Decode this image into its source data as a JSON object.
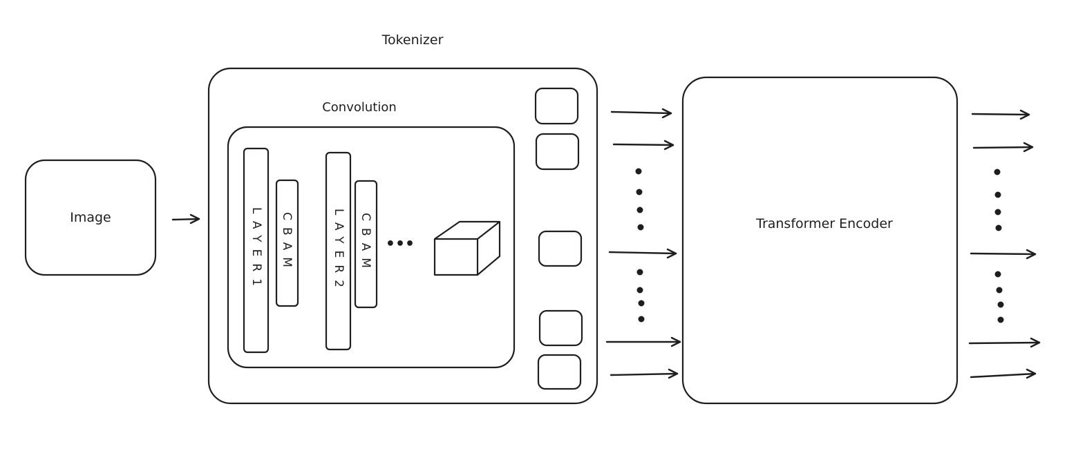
{
  "diagram": {
    "title": "Tokenizer",
    "image_label": "Image",
    "convolution_label": "Convolution",
    "layer1_label": "LAYER1",
    "layer2_label": "LAYER2",
    "cbam1_label": "CBAM",
    "cbam2_label": "CBAM",
    "ellipsis_label": "•••",
    "encoder_label": "Transformer Encoder"
  }
}
